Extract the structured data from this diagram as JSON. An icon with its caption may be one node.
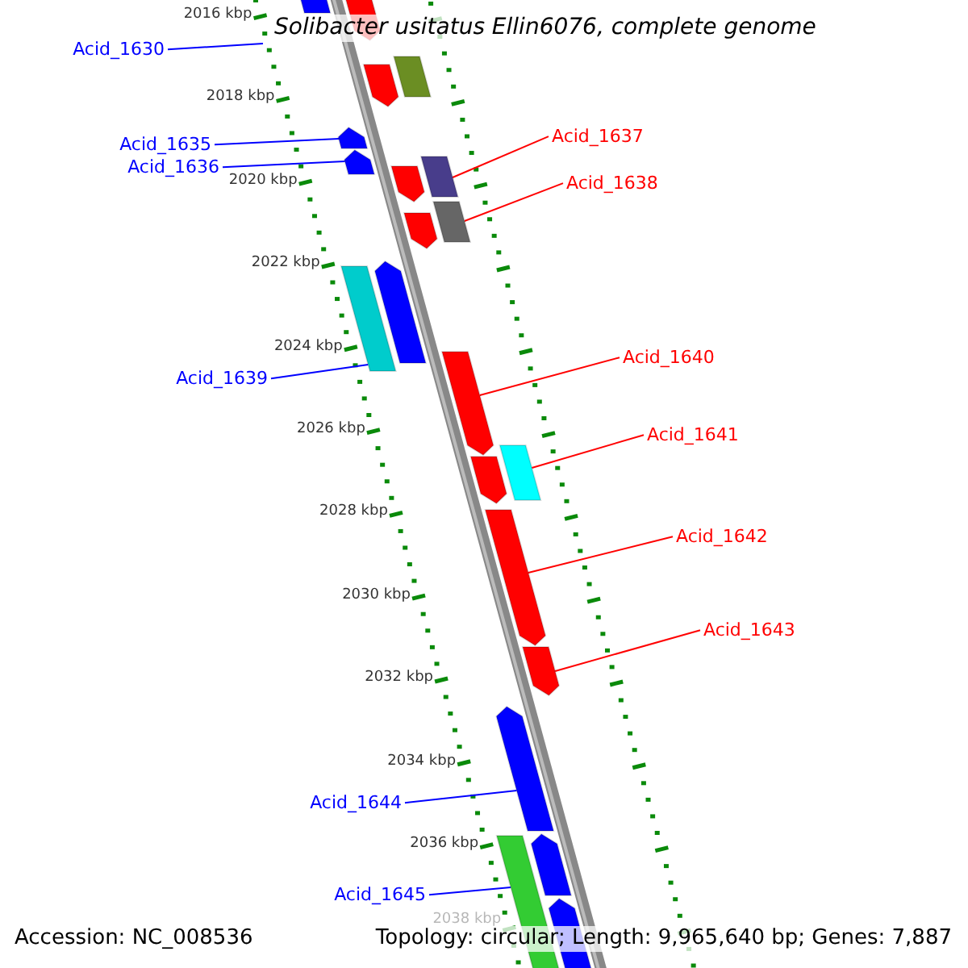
{
  "diagram": {
    "title": "Solibacter usitatus Ellin6076, complete genome",
    "nodes": [
      {
        "text": [
          "Acid_1630"
        ]
      },
      {
        "text": [
          "Acid_1635"
        ]
      },
      {
        "text": [
          "Acid_1636"
        ]
      },
      {
        "text": [
          "Acid_1637"
        ]
      },
      {
        "text": [
          "Acid_1638"
        ]
      },
      {
        "text": [
          "Acid_1639"
        ]
      },
      {
        "text": [
          "Acid_1640"
        ]
      },
      {
        "text": [
          "Acid_1641"
        ]
      },
      {
        "text": [
          "Acid_1642"
        ]
      },
      {
        "text": [
          "Acid_1643"
        ]
      },
      {
        "text": [
          "Acid_1644"
        ]
      },
      {
        "text": [
          "Acid_1645"
        ]
      },
      {
        "text": [],
        "shape": "bar"
      },
      {
        "text": [],
        "shape": "bar"
      },
      {
        "text": [],
        "shape": "bar"
      },
      {
        "text": [],
        "shape": "bar"
      },
      {
        "text": [],
        "shape": "bar"
      },
      {
        "text": [],
        "shape": "bar"
      },
      {
        "text": [],
        "shape": "bar"
      },
      {
        "text": [],
        "shape": "bar"
      },
      {
        "text": [],
        "shape": "bar"
      },
      {
        "text": [],
        "shape": "bar"
      },
      {
        "text": [],
        "shape": "bar"
      },
      {
        "text": [],
        "shape": "bar"
      },
      {
        "text": [],
        "shape": "bar"
      },
      {
        "text": [],
        "shape": "bar"
      },
      {
        "text": [],
        "shape": "bar"
      },
      {
        "text": [],
        "shape": "bar"
      },
      {
        "text": [],
        "shape": "bar"
      },
      {
        "text": [],
        "shape": "bar"
      },
      {
        "text": [],
        "shape": "bar"
      },
      {
        "text": [],
        "shape": "bar"
      },
      {
        "text": [],
        "shape": "bar"
      }
    ],
    "edges": [
      {
        "from": 0,
        "to": null,
        "arrow": "none"
      },
      {
        "from": 1,
        "to": 16,
        "arrow": "none"
      },
      {
        "from": 2,
        "to": 17,
        "arrow": "none"
      },
      {
        "from": 3,
        "to": 18,
        "arrow": "none",
        "color": "#ff0000"
      },
      {
        "from": 4,
        "to": 20,
        "arrow": "none",
        "color": "#ff0000"
      },
      {
        "from": 5,
        "to": 23,
        "arrow": "none"
      },
      {
        "from": 6,
        "to": 24,
        "arrow": "none",
        "color": "#ff0000"
      },
      {
        "from": 7,
        "to": 25,
        "arrow": "none",
        "color": "#ff0000"
      },
      {
        "from": 8,
        "to": 27,
        "arrow": "none",
        "color": "#ff0000"
      },
      {
        "from": 9,
        "to": 28,
        "arrow": "none",
        "color": "#ff0000"
      },
      {
        "from": 10,
        "to": 29,
        "arrow": "none"
      },
      {
        "from": 11,
        "to": 31,
        "arrow": "none"
      }
    ],
    "labels": [
      "2016 kbp",
      "2018 kbp",
      "2020 kbp",
      "2022 kbp",
      "2024 kbp",
      "2026 kbp",
      "2028 kbp",
      "2030 kbp",
      "2032 kbp",
      "2034 kbp",
      "2036 kbp",
      "2038 kbp",
      "Accession: NC_008536",
      "Topology: circular; Length: 9,965,640 bp; Genes: 7,887"
    ]
  }
}
